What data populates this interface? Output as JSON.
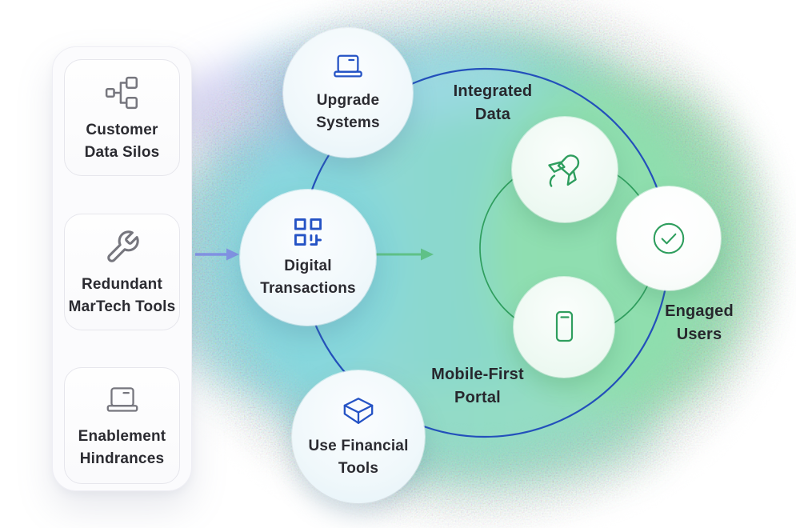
{
  "colors": {
    "icon_blue": "#2553c5",
    "icon_green": "#2f9e5e",
    "icon_gray": "#76767e",
    "outer_ring_blue": "#2350bb",
    "inner_ring_green": "#2f9e5e",
    "arrow_blue": "#8292e4",
    "arrow_green": "#5fc187",
    "text_dark": "#2b2b31",
    "blob_teal": "#8ad8cd",
    "blob_blue": "#9fd9e8",
    "blob_green": "#90ddb2"
  },
  "left_panel": {
    "cards": [
      {
        "icon": "hierarchy-icon",
        "line1": "Customer",
        "line2": "Data Silos"
      },
      {
        "icon": "wrench-icon",
        "line1": "Redundant",
        "line2": "MarTech Tools"
      },
      {
        "icon": "laptop-icon",
        "line1": "Enablement",
        "line2": "Hindrances"
      }
    ]
  },
  "nodes": {
    "upgrade": {
      "icon": "laptop-icon",
      "line1": "Upgrade",
      "line2": "Systems"
    },
    "digital": {
      "icon": "qr-code-icon",
      "line1": "Digital",
      "line2": "Transactions"
    },
    "financial": {
      "icon": "box-icon",
      "line1": "Use Financial",
      "line2": "Tools"
    }
  },
  "outcomes": {
    "integrated": {
      "icon": "rocket-icon",
      "line1": "Integrated",
      "line2": "Data"
    },
    "mobile": {
      "icon": "smartphone-icon",
      "line1": "Mobile-First",
      "line2": "Portal"
    },
    "engaged": {
      "icon": "check-circle-icon",
      "line1": "Engaged",
      "line2": "Users"
    }
  }
}
